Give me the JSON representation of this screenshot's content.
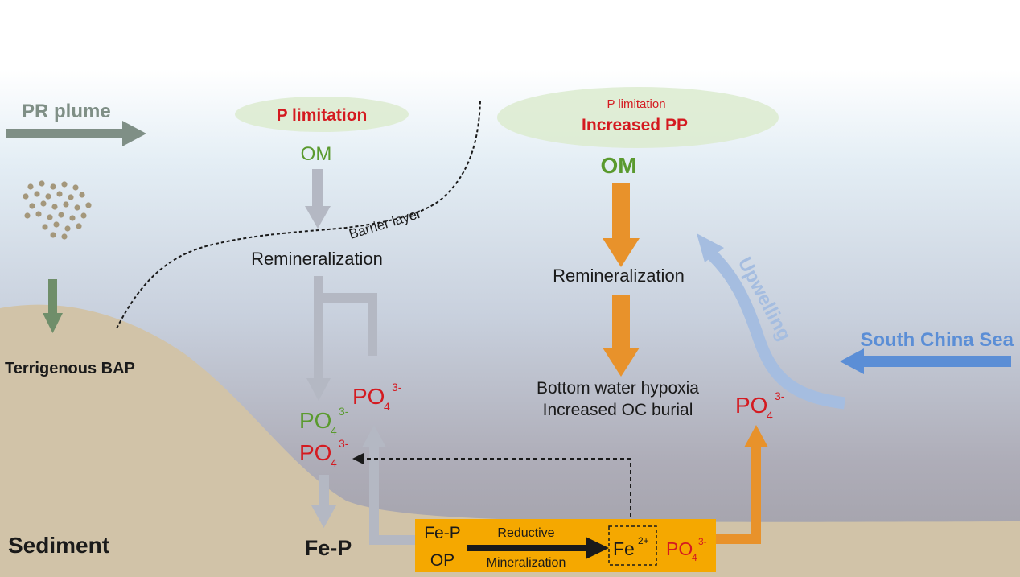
{
  "labels": {
    "pr_plume": "PR plume",
    "terrigenous_bap": "Terrigenous BAP",
    "sediment": "Sediment",
    "barrier_layer": "Barrier layer",
    "left": {
      "p_limitation": "P limitation",
      "om": "OM",
      "remineralization": "Remineralization",
      "fe_p": "Fe-P"
    },
    "right": {
      "p_limitation": "P limitation",
      "increased_pp": "Increased PP",
      "om": "OM",
      "remineralization": "Remineralization",
      "hypoxia_line1": "Bottom water hypoxia",
      "hypoxia_line2": "Increased OC burial"
    },
    "upwelling": "Upwelling",
    "south_china_sea": "South China Sea",
    "phosphate": {
      "base": "PO",
      "sub": "4",
      "sup": "3-"
    },
    "box": {
      "fe_p": "Fe-P",
      "op": "OP",
      "reductive": "Reductive",
      "mineralization": "Mineralization",
      "fe": "Fe",
      "fe_charge": "2+"
    }
  },
  "colors": {
    "red": "#d41a20",
    "green": "#5a9a2e",
    "gray_arrow": "#b4b8c3",
    "orange_arrow": "#e8922b",
    "box_fill": "#f5a800",
    "upwelling": "#a5bde0",
    "south_china_sea": "#5b8ed6",
    "pr_plume": "#7f8f86",
    "sediment_fill": "#d1c3a8"
  }
}
